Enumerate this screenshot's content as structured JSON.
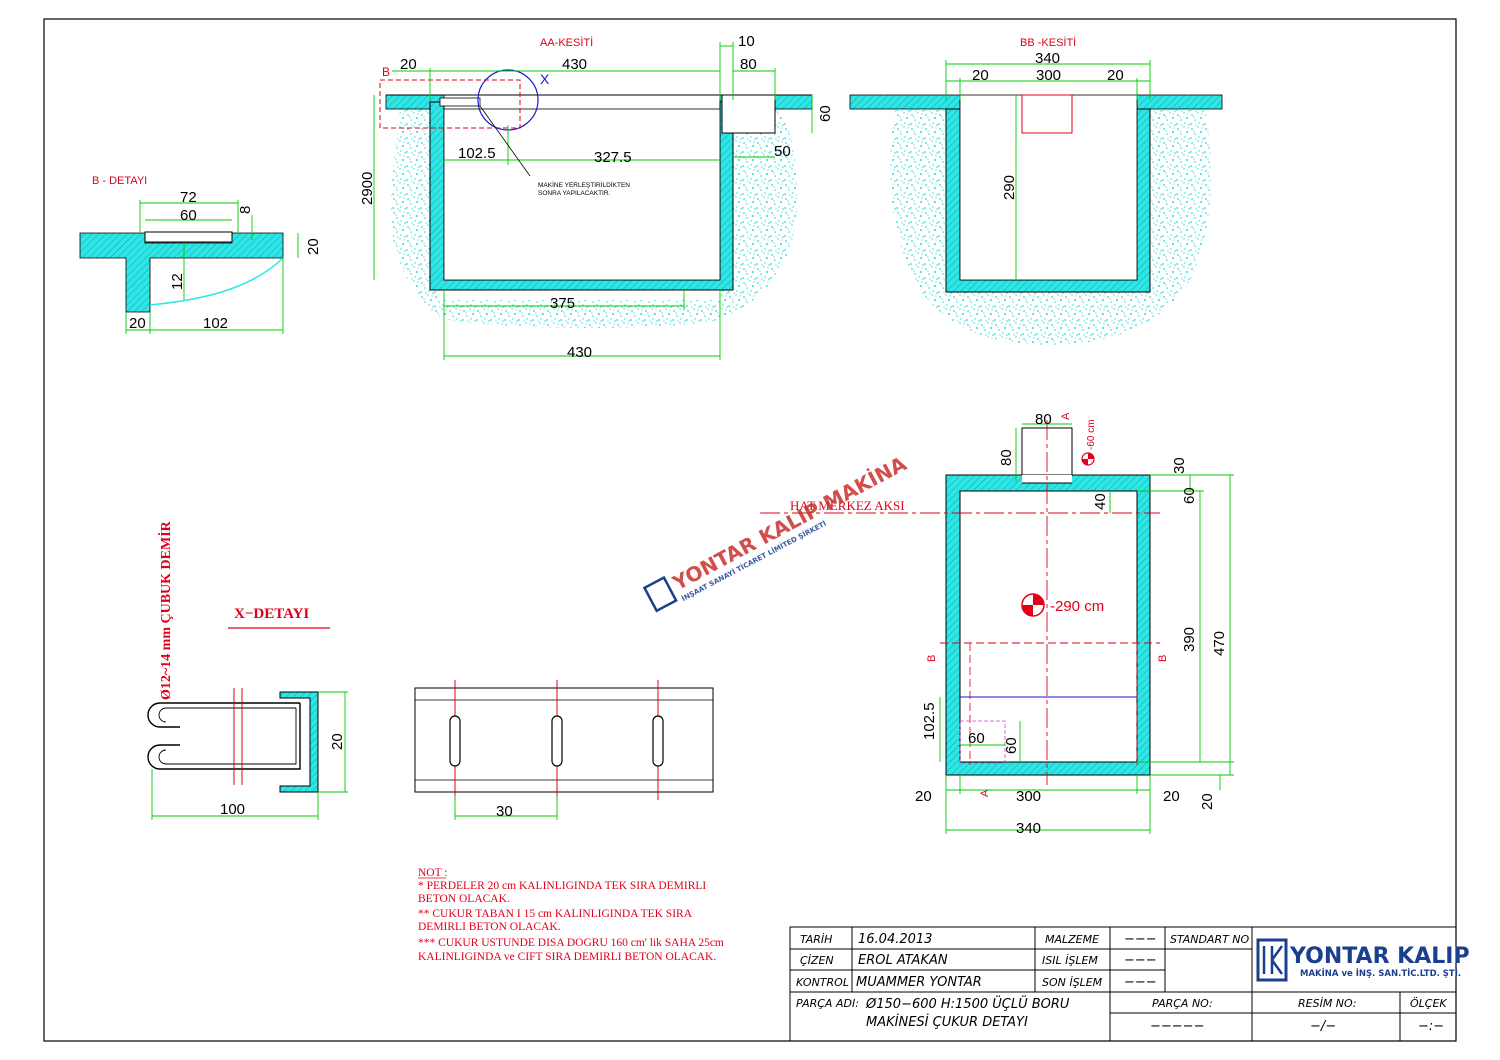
{
  "sections": {
    "aa_title": "AA-KESİTİ",
    "bb_title": "BB -KESİTİ",
    "b_detail_title": "B - DETAYI",
    "x_detail_title": "X−DETAYI",
    "x_marker": "X",
    "b_marker": "B"
  },
  "aa_dims": {
    "d20": "20",
    "d430_top": "430",
    "d10": "10",
    "d80": "80",
    "d60": "60",
    "d102_5": "102.5",
    "d327_5": "327.5",
    "d50": "50",
    "d2900": "2900",
    "d375": "375",
    "d430_bottom": "430",
    "note_line1": "MAKİNE YERLEŞTİRİLDİKTEN",
    "note_line2": "SONRA YAPILACAKTIR."
  },
  "bb_dims": {
    "d340": "340",
    "d20a": "20",
    "d300": "300",
    "d20b": "20",
    "d290": "290"
  },
  "b_detail_dims": {
    "d72": "72",
    "d60": "60",
    "d8": "8",
    "d20r": "20",
    "d12": "12",
    "d20b": "20",
    "d102": "102"
  },
  "plan_dims": {
    "d80_top": "80",
    "a_top": "A",
    "m60": "-60 cm",
    "d80_side": "80",
    "d30": "30",
    "d40": "40",
    "d60_right": "60",
    "axis_label": "HAT  MERKEZ AKSI",
    "m290": "-290 cm",
    "d390": "390",
    "d470": "470",
    "b_left": "B",
    "b_right": "B",
    "d102_5": "102.5",
    "d60a": "60",
    "d60b": "60",
    "a_bottom": "A",
    "d20_left": "20",
    "d300": "300",
    "d20_right": "20",
    "d20_vert": "20",
    "d340": "340"
  },
  "x_detail_dims": {
    "rebar_label": "Ø12~14 mm ÇUBUK DEMİR",
    "d20": "20",
    "d100": "100",
    "d30": "30"
  },
  "watermark": {
    "main": "YONTAR KALIP MAKİNA",
    "sub": "İNŞAAT SANAYİ TİCARET LİMİTED ŞİRKETİ"
  },
  "notes": {
    "heading": "NOT :",
    "line1": "* PERDELER 20 cm KALINLIGINDA TEK SIRA DEMIRLI",
    "line2": "BETON OLACAK.",
    "line3": "** CUKUR TABAN I  15 cm KALINLIGINDA TEK SIRA",
    "line4": "DEMIRLI BETON OLACAK.",
    "line5": "*** CUKUR  USTUNDE DISA DOGRU 160 cm' lik SAHA 25cm",
    "line6": "KALINLIGINDA  ve CIFT SIRA DEMIRLI BETON OLACAK."
  },
  "title_block": {
    "tarih_label": "TARİH",
    "tarih_value": "16.04.2013",
    "cizen_label": "ÇİZEN",
    "cizen_value": "EROL  ATAKAN",
    "kontrol_label": "KONTROL",
    "kontrol_value": "MUAMMER  YONTAR",
    "malzeme_label": "MALZEME",
    "malzeme_value": "−−−",
    "isil_label": "ISIL  İŞLEM",
    "isil_value": "−−−",
    "son_label": "SON  İŞLEM",
    "son_value": "−−−",
    "standart_label": "STANDART  NO",
    "parca_adi_label": "PARÇA  ADI:",
    "parca_adi_line1": "Ø150−600  H:1500  ÜÇLÜ  BORU",
    "parca_adi_line2": "MAKİNESİ  ÇUKUR  DETAYI",
    "parca_no_label": "PARÇA  NO:",
    "parca_no_value": "−−−−−",
    "resim_no_label": "RESİM  NO:",
    "resim_no_value": "−/−",
    "olcek_label": "ÖLÇEK",
    "olcek_value": "−:−",
    "logo_main": "YONTAR KALIP",
    "logo_sub": "MAKİNA ve İNŞ. SAN.TİC.LTD. ŞTİ."
  },
  "colors": {
    "concrete": "#2ee6e6",
    "dimension": "#00cc00",
    "annotation": "#e0001a",
    "outline": "#000000",
    "logo_blue": "#1a3f8f",
    "section_blue": "#1a1acc"
  }
}
